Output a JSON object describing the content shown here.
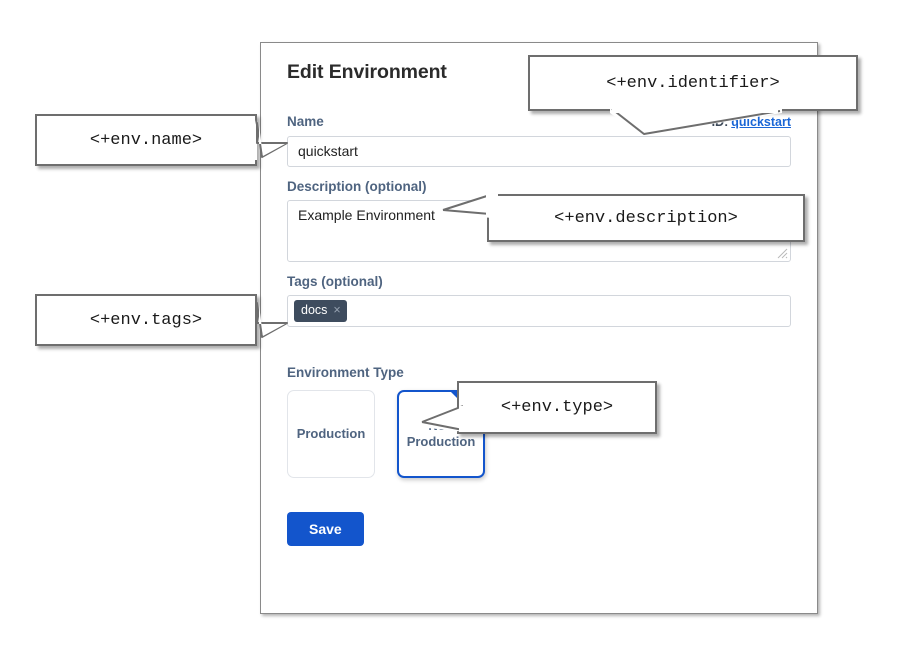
{
  "dialog": {
    "title": "Edit Environment",
    "identifier": {
      "prefix": "ID:",
      "value": "quickstart"
    },
    "fields": {
      "name": {
        "label": "Name",
        "value": "quickstart",
        "placeholder": ""
      },
      "description": {
        "label": "Description (optional)",
        "value": "Example Environment",
        "placeholder": ""
      },
      "tags": {
        "label": "Tags (optional)",
        "placeholder": "",
        "chips": [
          {
            "label": "docs",
            "remove_icon": "×"
          }
        ]
      }
    },
    "environment_type": {
      "label": "Environment Type",
      "options": [
        {
          "label": "Production",
          "selected": false
        },
        {
          "label": "Non Production",
          "selected": true
        }
      ],
      "selected_check_icon": "check-icon"
    },
    "save_label": "Save"
  },
  "callouts": [
    {
      "id": "name",
      "text": "<+env.name>"
    },
    {
      "id": "tags",
      "text": "<+env.tags>"
    },
    {
      "id": "identifier",
      "text": "<+env.identifier>"
    },
    {
      "id": "description",
      "text": "<+env.description>"
    },
    {
      "id": "type",
      "text": "<+env.type>"
    }
  ],
  "colors": {
    "accent_blue": "#1355cc",
    "link_blue": "#1a66d6",
    "label_slate": "#4f6480",
    "chip_bg": "#3e4c5e",
    "panel_border": "#8a8a8a",
    "callout_border": "#6e6e6e"
  }
}
